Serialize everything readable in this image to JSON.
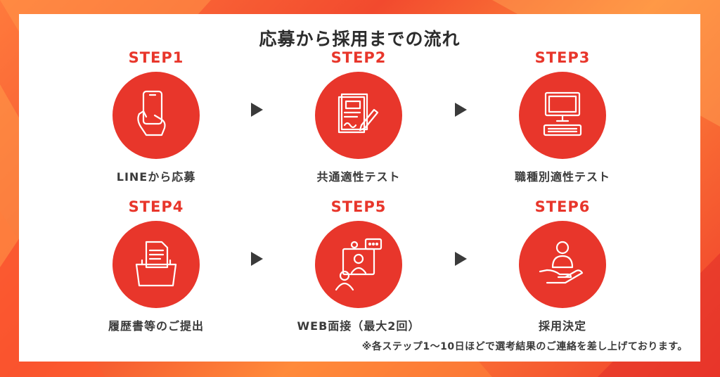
{
  "title": "応募から採用までの流れ",
  "steps": [
    {
      "label": "STEP1",
      "name": "LINEから応募",
      "icon": "smartphone-hand-icon"
    },
    {
      "label": "STEP2",
      "name": "共通適性テスト",
      "icon": "document-pen-icon"
    },
    {
      "label": "STEP3",
      "name": "職種別適性テスト",
      "icon": "computer-keyboard-icon"
    },
    {
      "label": "STEP4",
      "name": "履歴書等のご提出",
      "icon": "folder-document-icon"
    },
    {
      "label": "STEP5",
      "name": "WEB面接（最大2回）",
      "icon": "video-interview-icon"
    },
    {
      "label": "STEP6",
      "name": "採用決定",
      "icon": "person-hand-icon"
    }
  ],
  "note": "※各ステップ1〜10日ほどで選考結果のご連絡を差し上げております。",
  "colors": {
    "accent": "#e8362b",
    "text": "#3a3a3a",
    "background_orange": "#f5612f"
  }
}
